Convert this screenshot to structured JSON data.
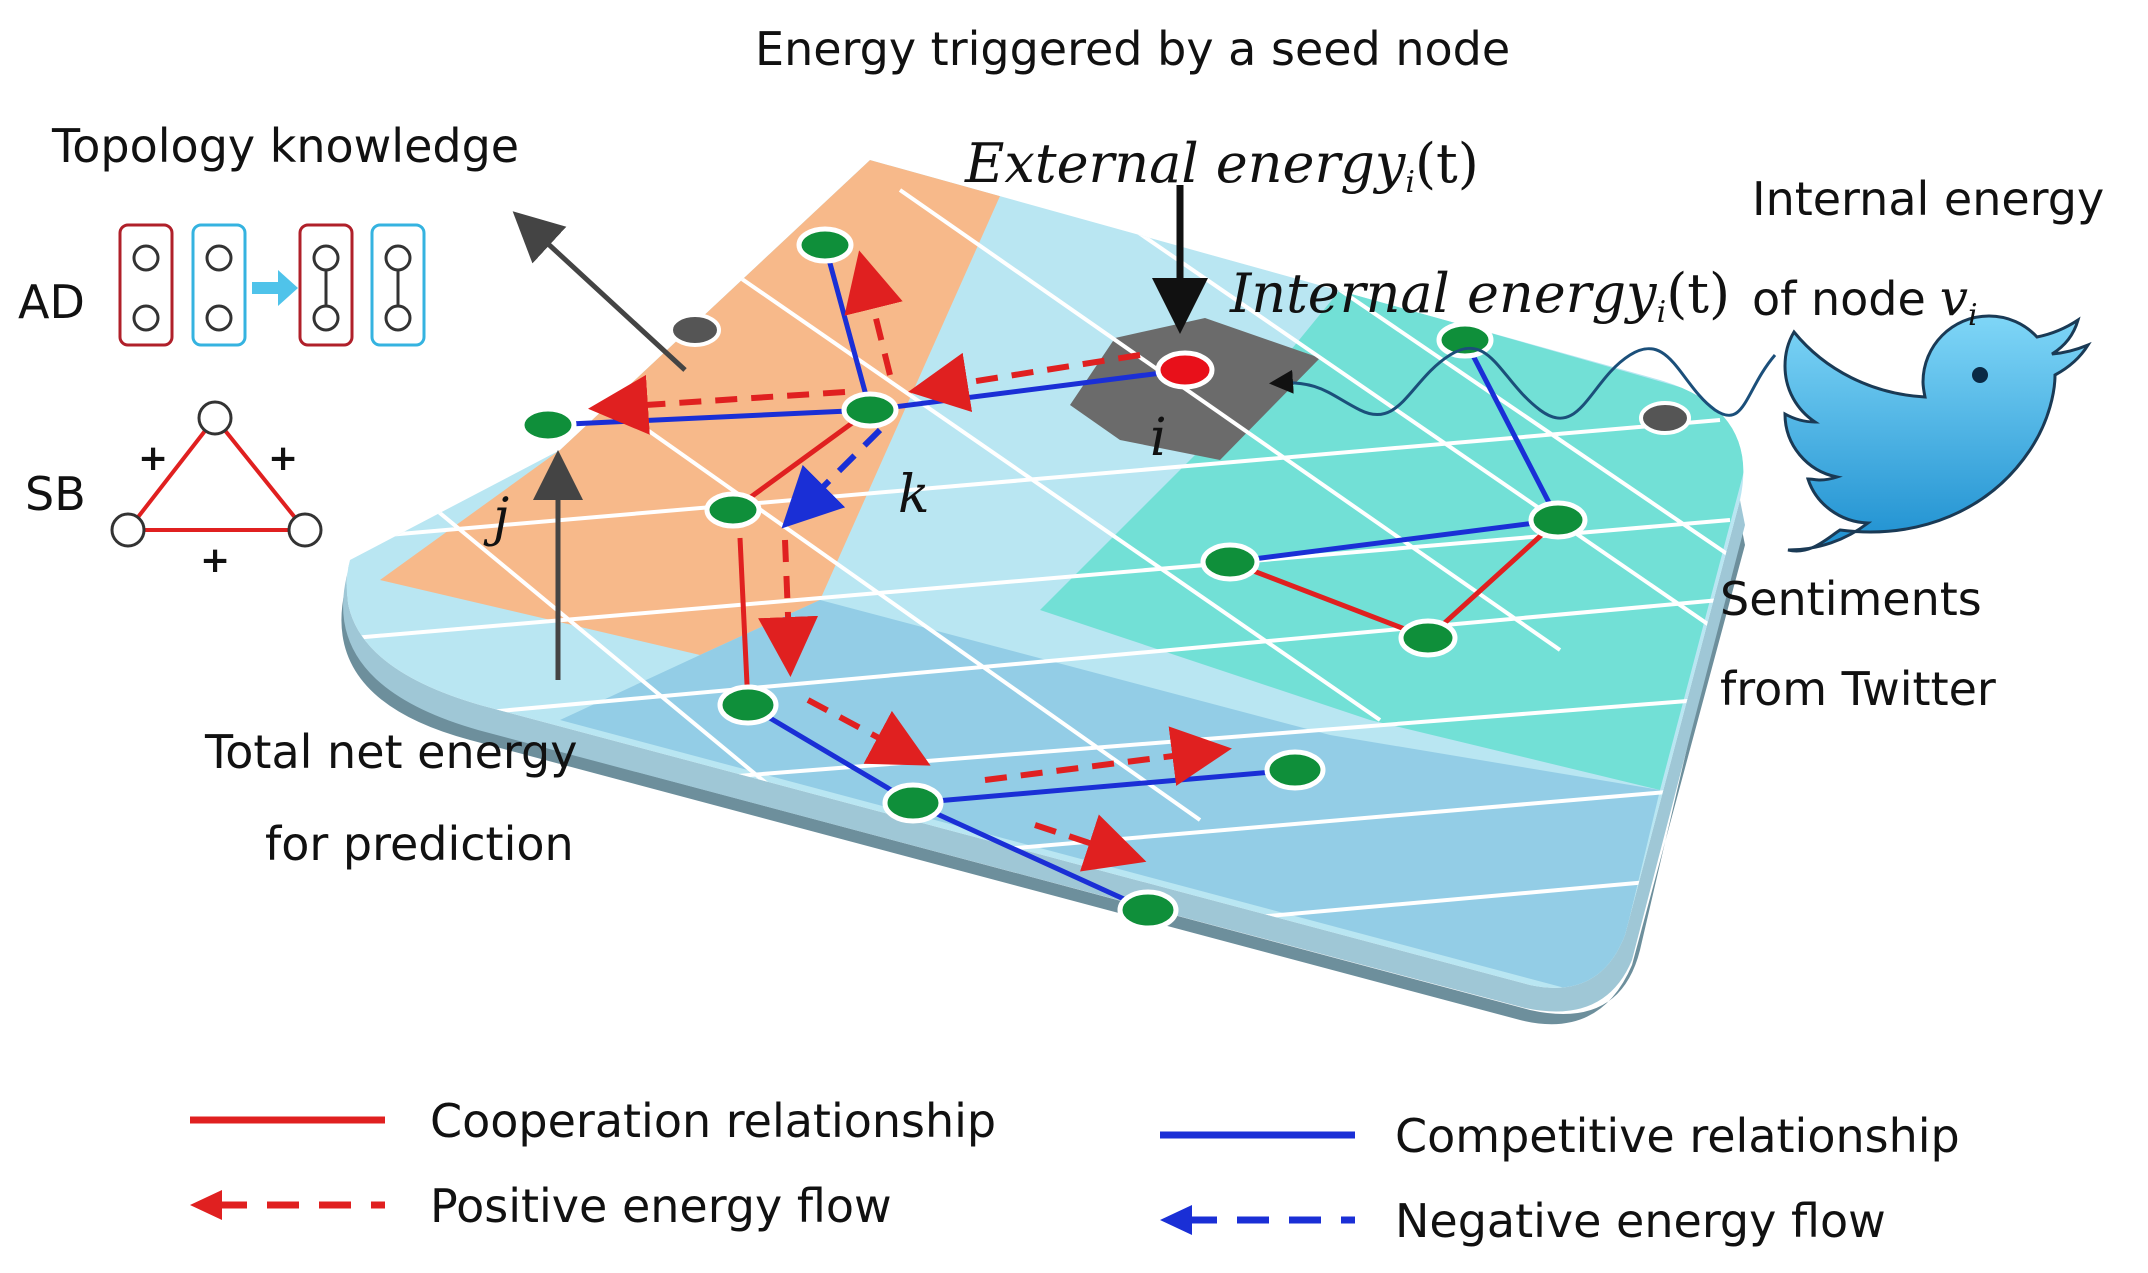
{
  "title": "Energy triggered by  a seed node",
  "external_energy": {
    "label": "External energy",
    "sub": "i",
    "arg": "(t)"
  },
  "internal_energy_eq": {
    "label": "Internal energy",
    "sub": "i",
    "arg": "(t)"
  },
  "internal_energy_node": {
    "line1": "Internal energy",
    "line2": "of node",
    "var": "v",
    "sub": "i"
  },
  "sentiments": {
    "line1": "Sentiments",
    "line2": "from Twitter"
  },
  "topology_knowledge": "Topology knowledge",
  "ad_label": "AD",
  "sb_label": "SB",
  "sb_signs": [
    "+",
    "+",
    "+"
  ],
  "total_net_energy": {
    "line1": "Total net energy",
    "line2": "for prediction"
  },
  "node_labels": {
    "i": "i",
    "j": "j",
    "k": "k"
  },
  "legend": {
    "cooperation": "Cooperation relationship",
    "positive_flow": "Positive energy flow",
    "competitive": "Competitive relationship",
    "negative_flow": "Negative energy flow"
  },
  "colors": {
    "cooperation": "#e02020",
    "competitive": "#1a2fd6",
    "node": "#0f8f3a",
    "seed_node": "#e8101a",
    "orange_region": "#f7b98a",
    "teal_region": "#6fe0d8",
    "blue_region": "#8fcbe6",
    "board": "#b9e6f2",
    "twitter": "#2aa9e6"
  },
  "icons": [
    "twitter-bird-icon"
  ]
}
